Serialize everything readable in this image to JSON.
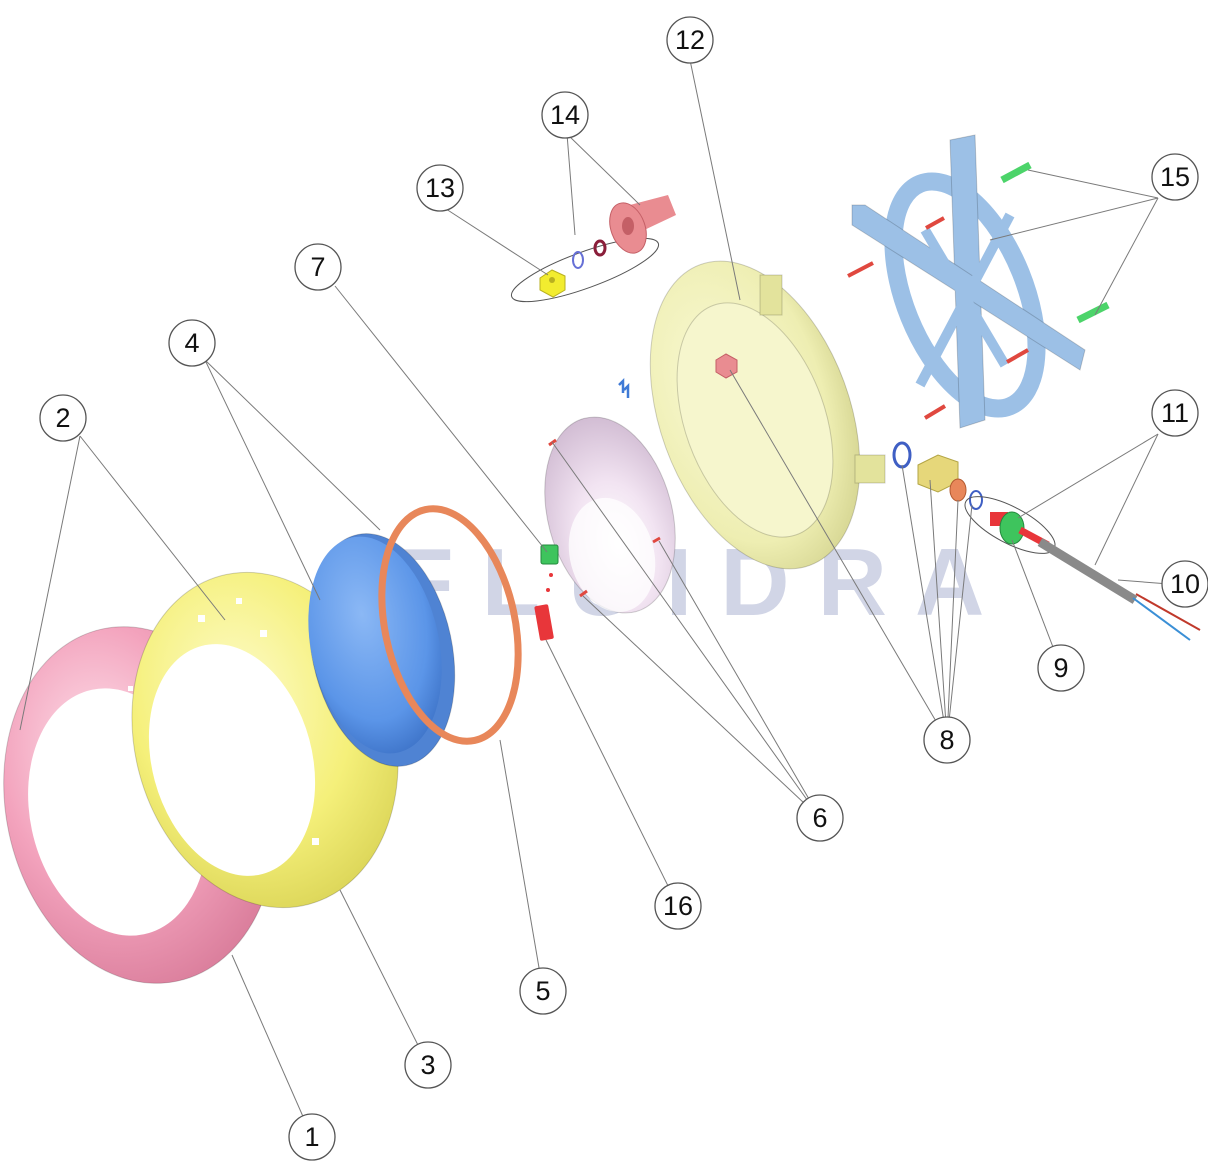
{
  "watermark": "FLUIDRA",
  "colors": {
    "bezel_pink": "#f3a3bd",
    "ring_yellow": "#f5f07a",
    "lens_blue": "#5b95e8",
    "gasket_orange": "#e8875a",
    "reflector_lilac": "#e3d2e4",
    "housing_cream": "#eeeeb2",
    "bracket_blue": "#9cc0e6",
    "connector_green": "#3ec45d",
    "connector_red": "#e8363a",
    "flange_salmon": "#e98c91",
    "screw_red": "#e0483f"
  },
  "callouts": [
    "1",
    "2",
    "3",
    "4",
    "5",
    "6",
    "7",
    "8",
    "9",
    "10",
    "11",
    "12",
    "13",
    "14",
    "15",
    "16"
  ]
}
